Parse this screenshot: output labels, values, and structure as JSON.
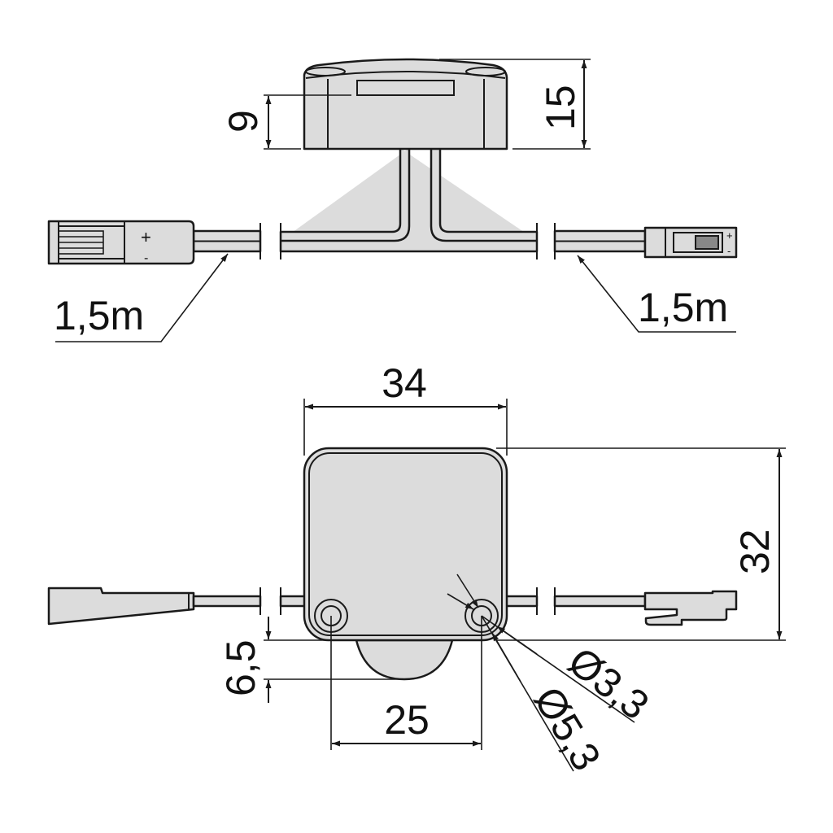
{
  "top_view": {
    "dim_height_window": "9",
    "dim_height_total": "15",
    "cable_length_left": "1,5m",
    "cable_length_right": "1,5m",
    "polarity_plus": "+",
    "polarity_minus": "-"
  },
  "bottom_view": {
    "dim_width": "34",
    "dim_depth": "32",
    "dim_offset": "6,5",
    "dim_hole_spacing": "25",
    "dim_hole_inner": "Ø3,3",
    "dim_hole_outer": "Ø5,3"
  },
  "colors": {
    "part_fill": "#dcdcdc",
    "line": "#1a1a1a"
  }
}
